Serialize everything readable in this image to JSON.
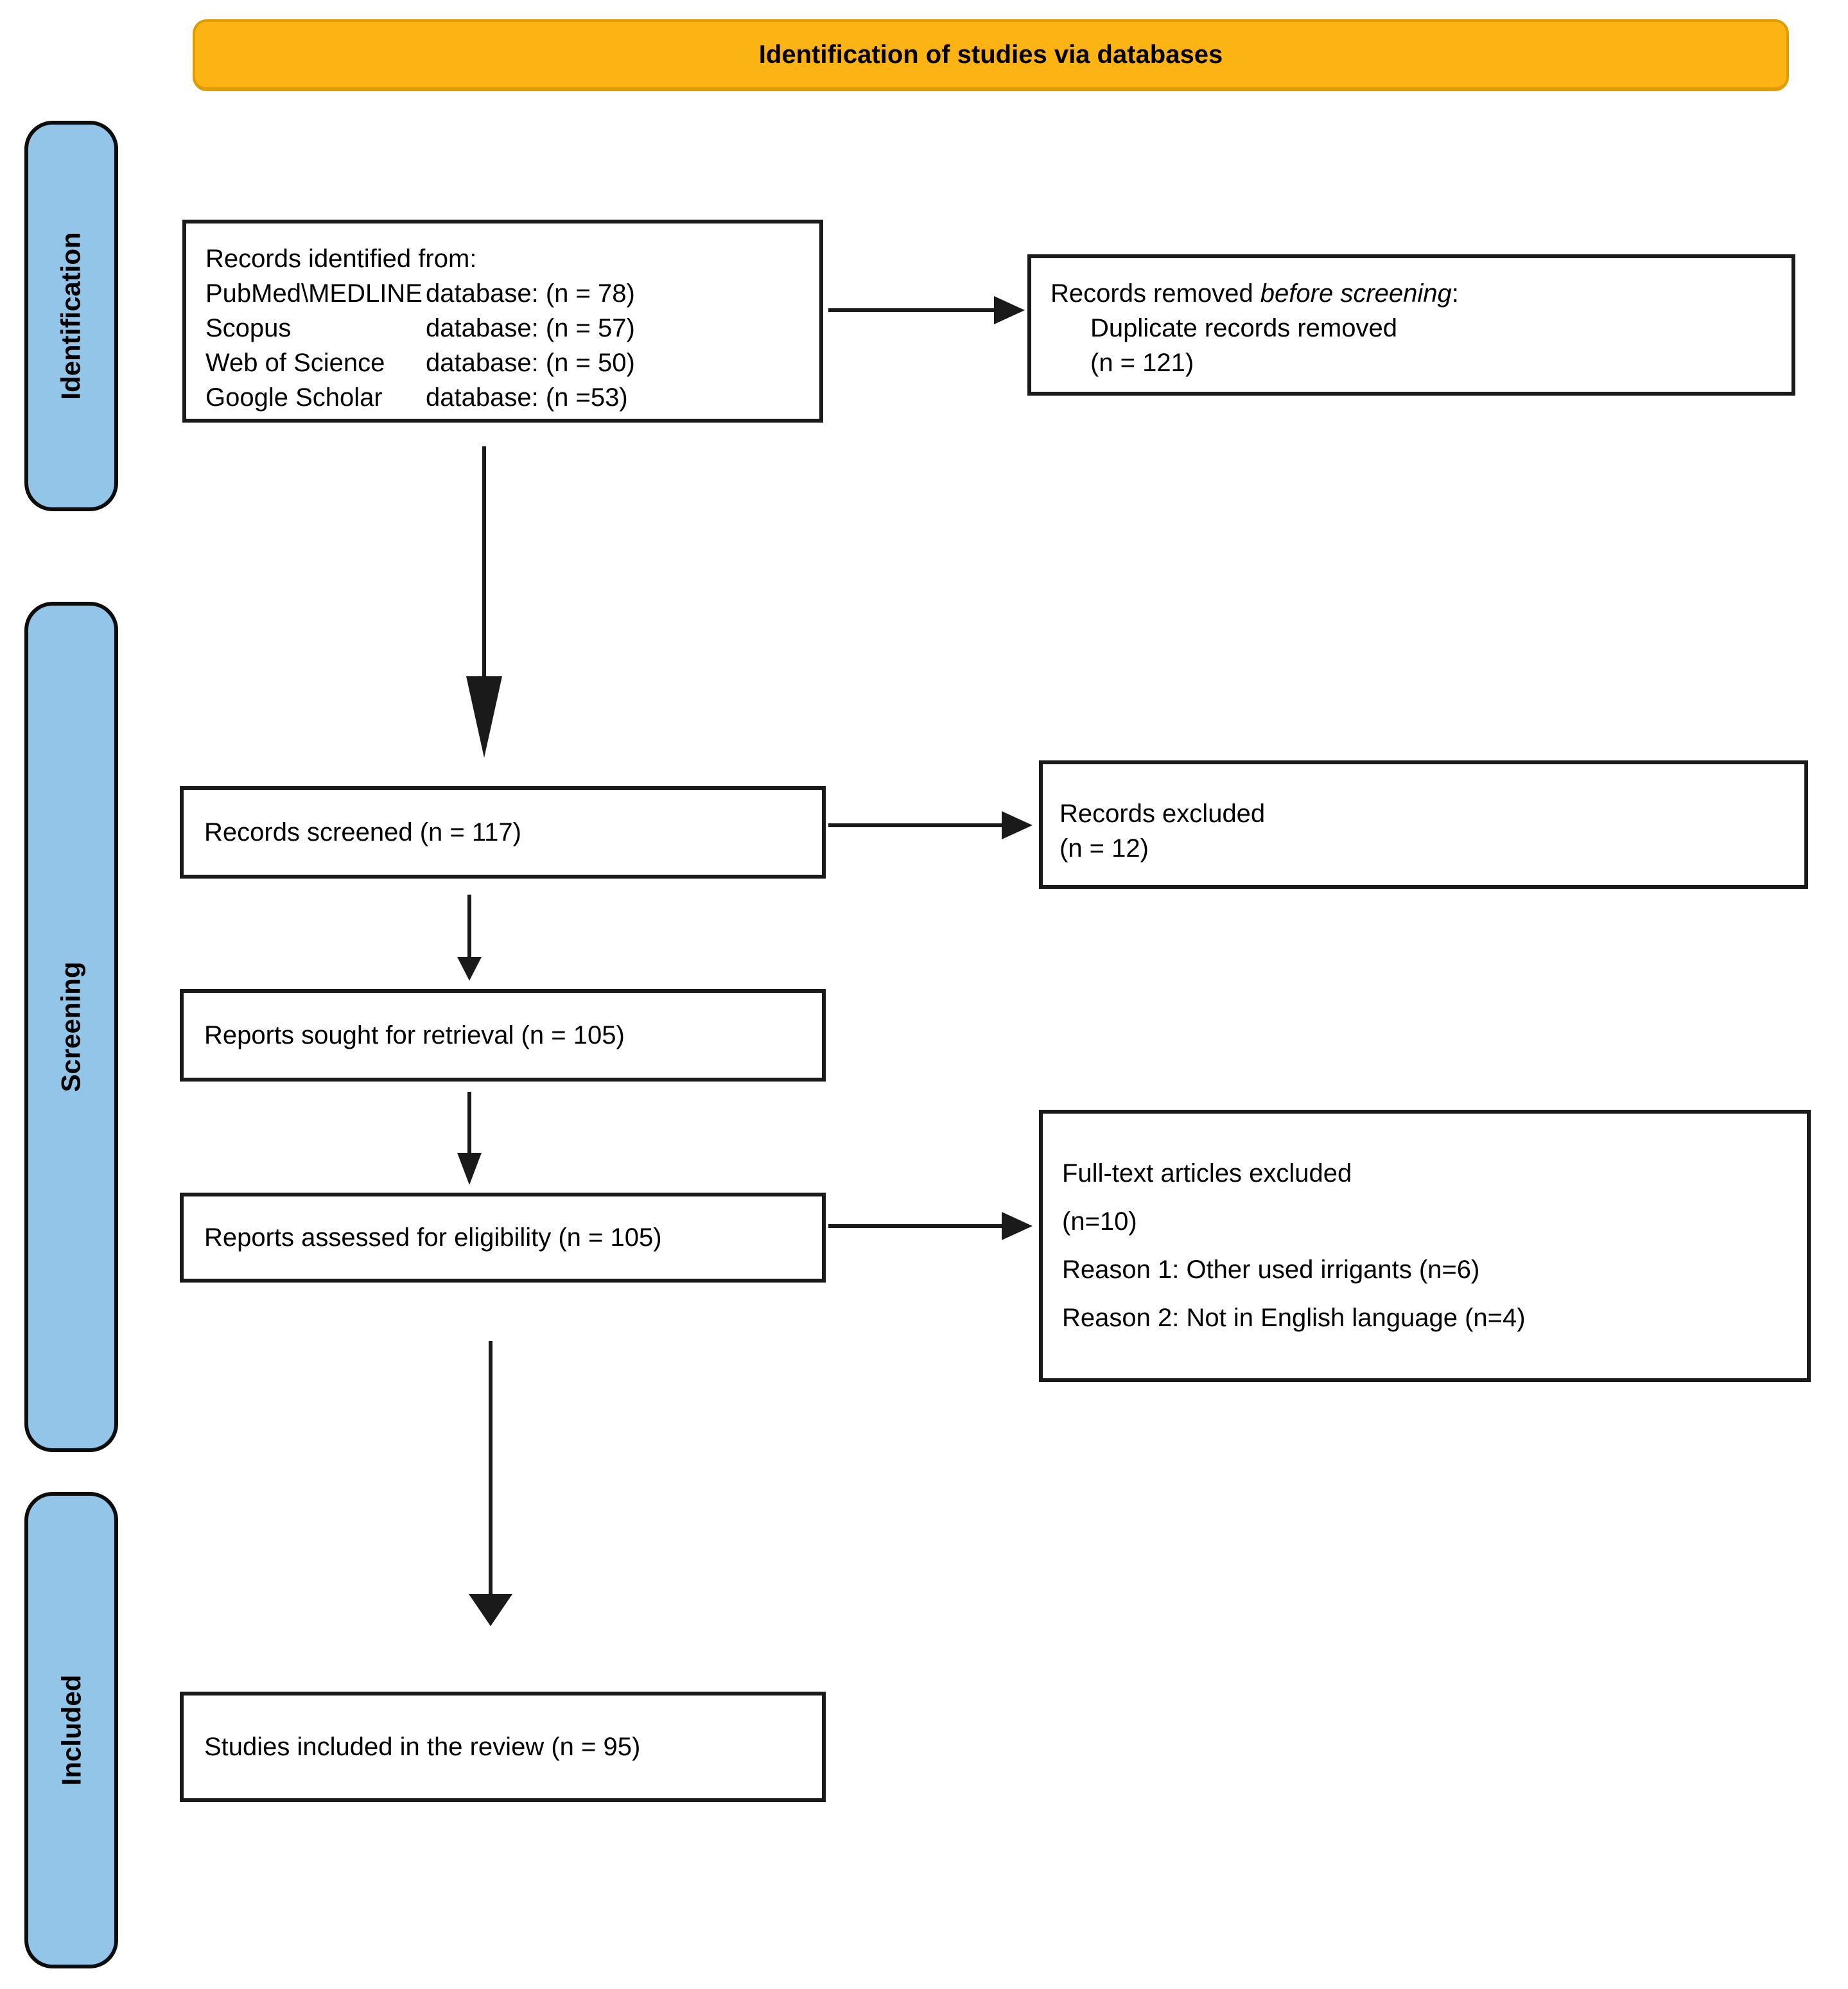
{
  "banner": {
    "title": "Identification of studies via databases"
  },
  "stages": {
    "identification": "Identification",
    "screening": "Screening",
    "included": "Included"
  },
  "boxes": {
    "records_identified": {
      "intro": "Records identified from:",
      "rows": [
        {
          "source": "PubMed\\MEDLINE",
          "detail": "database: (n = 78)"
        },
        {
          "source": "Scopus",
          "detail": "database: (n = 57)"
        },
        {
          "source": "Web of Science",
          "detail": "database: (n = 50)"
        },
        {
          "source": "Google Scholar",
          "detail": "database: (n =53)"
        }
      ]
    },
    "records_removed": {
      "prefix": "Records removed ",
      "italic": "before screening",
      "suffix": ":",
      "lines": [
        "Duplicate records removed",
        "(n = 121)"
      ]
    },
    "records_screened": {
      "text": "Records screened (n = 117)"
    },
    "records_excluded": {
      "lines": [
        "Records excluded",
        "(n = 12)"
      ]
    },
    "reports_sought": {
      "text": "Reports sought for retrieval (n = 105)"
    },
    "reports_assessed": {
      "text": "Reports assessed for eligibility (n = 105)"
    },
    "fulltext_excluded": {
      "lines": [
        "Full-text articles excluded",
        "(n=10)",
        "Reason 1: Other used irrigants (n=6)",
        "Reason 2: Not in English language (n=4)"
      ]
    },
    "studies_included": {
      "text": "Studies included in the review (n = 95)"
    }
  },
  "colors": {
    "banner_fill": "#FCB414",
    "banner_border": "#DF9C00",
    "stage_fill": "#92C5E8",
    "arrow": "#1A1A1A",
    "box_border": "#1A1A1A"
  }
}
